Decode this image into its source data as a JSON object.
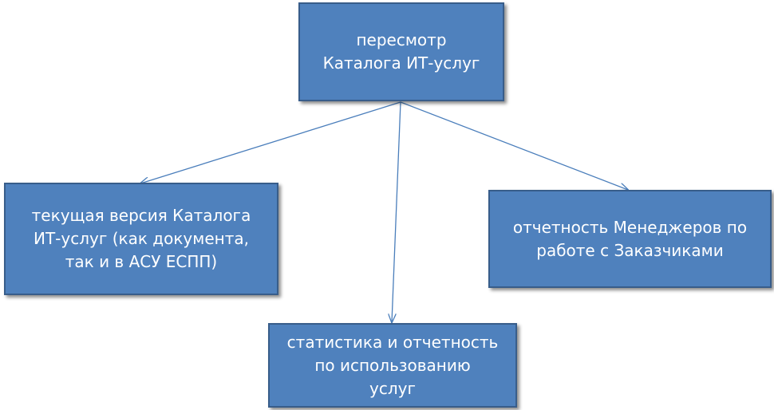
{
  "nodes": {
    "root": {
      "label": "пересмотр\nКаталога ИТ-услуг"
    },
    "left": {
      "label": "текущая версия Каталога\nИТ-услуг (как документа,\nтак и в АСУ ЕСПП)"
    },
    "bottom": {
      "label": "статистика и отчетность\nпо использованию\nуслуг"
    },
    "right": {
      "label": "отчетность Менеджеров по\nработе с Заказчиками"
    }
  },
  "colors": {
    "node_fill": "#4f81bd",
    "node_border": "#385d8a",
    "arrow": "#4a7ebb",
    "text": "#ffffff"
  },
  "edges": [
    {
      "from": "root",
      "to": "left"
    },
    {
      "from": "root",
      "to": "bottom"
    },
    {
      "from": "root",
      "to": "right"
    }
  ]
}
